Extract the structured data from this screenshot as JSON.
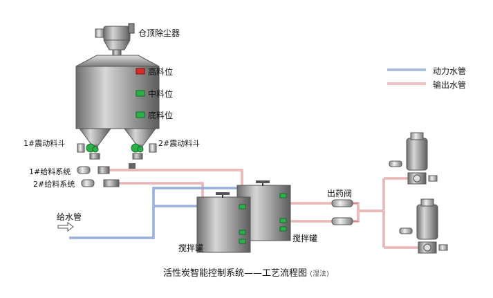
{
  "labels": {
    "dust_collector": "仓顶除尘器",
    "high_level": "高料位",
    "mid_level": "中料位",
    "low_level": "底料位",
    "vibrating_hopper_1": "1#震动料斗",
    "vibrating_hopper_2": "2#震动料斗",
    "feed_system_1": "1#给料系统",
    "feed_system_2": "2#给料系统",
    "water_supply_pipe": "给水管",
    "mixing_tank_left": "搅拌罐",
    "mixing_tank_right": "搅拌罐",
    "outlet_valve": "出药阀"
  },
  "legend": {
    "items": [
      {
        "label": "动力水管",
        "color": "#5b7fc4"
      },
      {
        "label": "输出水管",
        "color": "#d98a8a"
      }
    ]
  },
  "caption": {
    "title": "活性炭智能控制系统——工艺流程图",
    "subtitle": "(湿法)"
  },
  "colors": {
    "level_high": "#d92b2b",
    "level_ok": "#2bb04a",
    "power_pipe": "#5b7fc4",
    "output_pipe": "#d98a8a"
  }
}
